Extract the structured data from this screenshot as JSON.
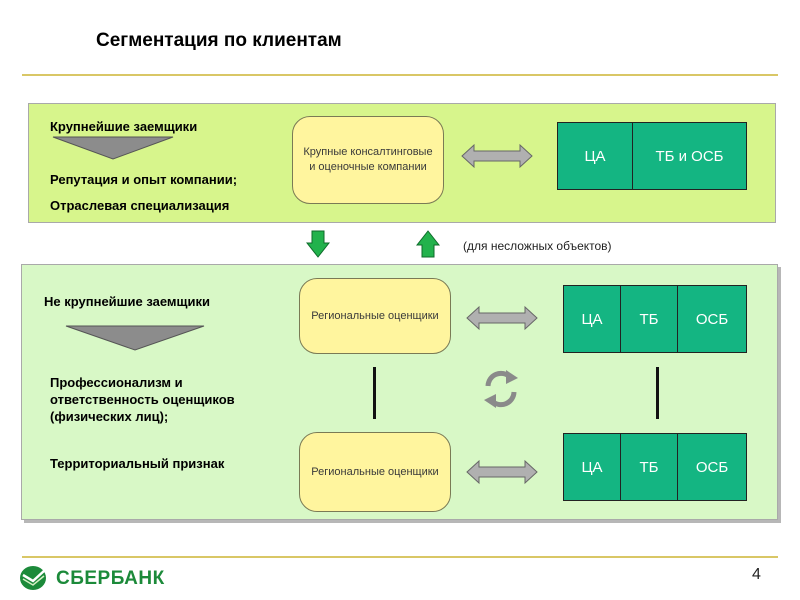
{
  "title": "Сегментация по клиентам",
  "top": {
    "heading": "Крупнейшие заемщики",
    "criteria": [
      "Репутация и опыт компании;",
      "Отраслевая специализация"
    ],
    "provider": "Крупные консалтинговые и оценочные компании",
    "segments": [
      "ЦА",
      "ТБ и ОСБ"
    ]
  },
  "middle_note": "(для несложных объектов)",
  "bottom": {
    "heading": "Не крупнейшие заемщики",
    "criteria": [
      "Профессионализм и ответственность оценщиков (физических лиц);",
      "Территориальный признак"
    ],
    "provider_1": "Региональные оценщики",
    "provider_2": "Региональные оценщики",
    "segments_1": [
      "ЦА",
      "ТБ",
      "ОСБ"
    ],
    "segments_2": [
      "ЦА",
      "ТБ",
      "ОСБ"
    ]
  },
  "footer": {
    "brand": "СБЕРБАНК",
    "page_number": "4"
  },
  "colors": {
    "segment_fill": "#14b582",
    "top_panel": "#d7f58c",
    "bottom_panel": "#d8f8c6",
    "oval_fill": "#fff59e",
    "arrow_green": "#22b24c"
  }
}
